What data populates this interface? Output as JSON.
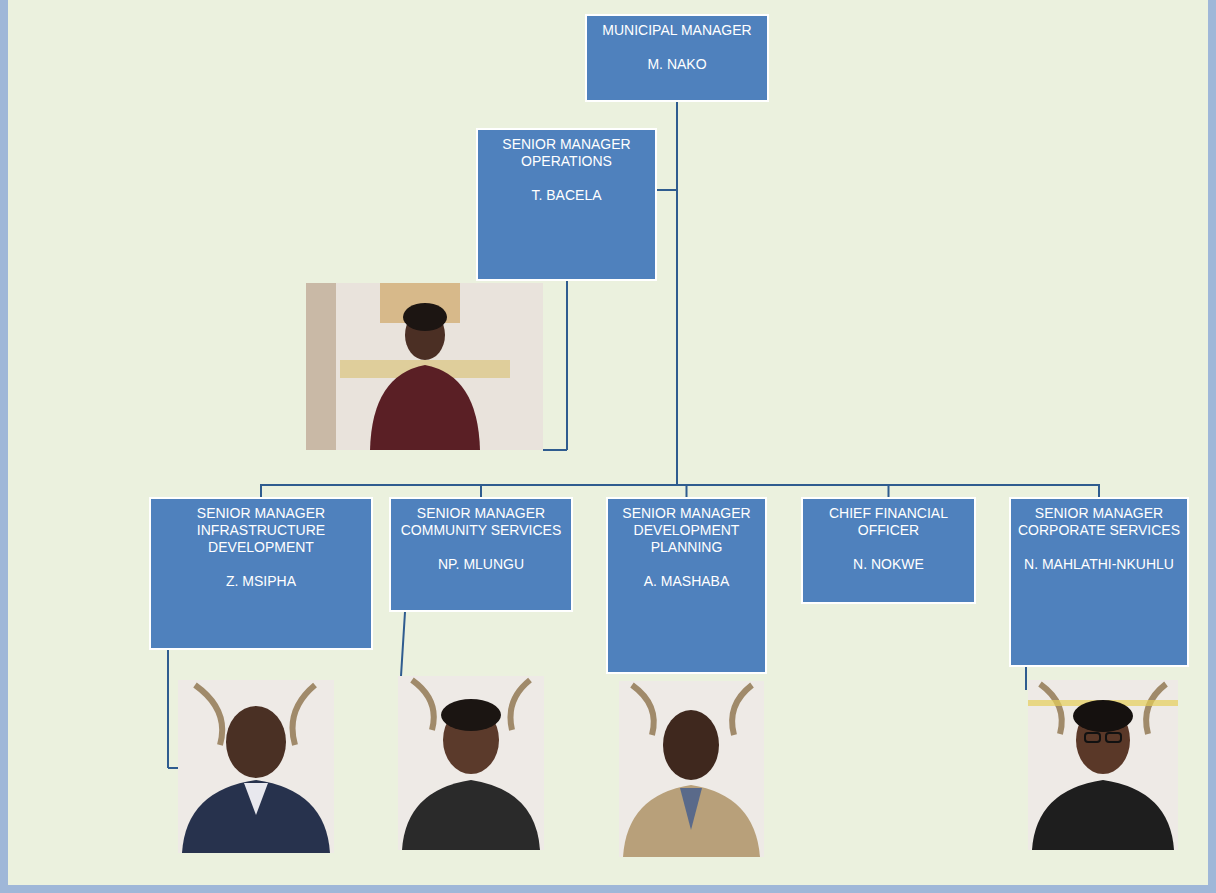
{
  "diagram": {
    "nodes": [
      {
        "text": [
          "MUNICIPAL MANAGER",
          "M. NAKO"
        ]
      },
      {
        "text": [
          "SENIOR MANAGER OPERATIONS",
          "T. BACELA"
        ]
      },
      {
        "text": [
          "SENIOR MANAGER INFRASTRUCTURE DEVELOPMENT",
          "Z. MSIPHA"
        ]
      },
      {
        "text": [
          "SENIOR MANAGER COMMUNITY SERVICES",
          "NP. MLUNGU"
        ]
      },
      {
        "text": [
          "SENIOR MANAGER DEVELOPMENT PLANNING",
          "A. MASHABA"
        ]
      },
      {
        "text": [
          "CHIEF FINANCIAL OFFICER",
          "N. NOKWE"
        ]
      },
      {
        "text": [
          "SENIOR MANAGER CORPORATE SERVICES",
          "N. MAHLATHI-NKUHLU"
        ]
      }
    ],
    "edges": [
      {
        "from": 0,
        "to": 1,
        "arrow": "none"
      },
      {
        "from": 0,
        "to": 2,
        "arrow": "none"
      },
      {
        "from": 0,
        "to": 3,
        "arrow": "none"
      },
      {
        "from": 0,
        "to": 4,
        "arrow": "none"
      },
      {
        "from": 0,
        "to": 5,
        "arrow": "none"
      },
      {
        "from": 0,
        "to": 6,
        "arrow": "none"
      }
    ]
  }
}
